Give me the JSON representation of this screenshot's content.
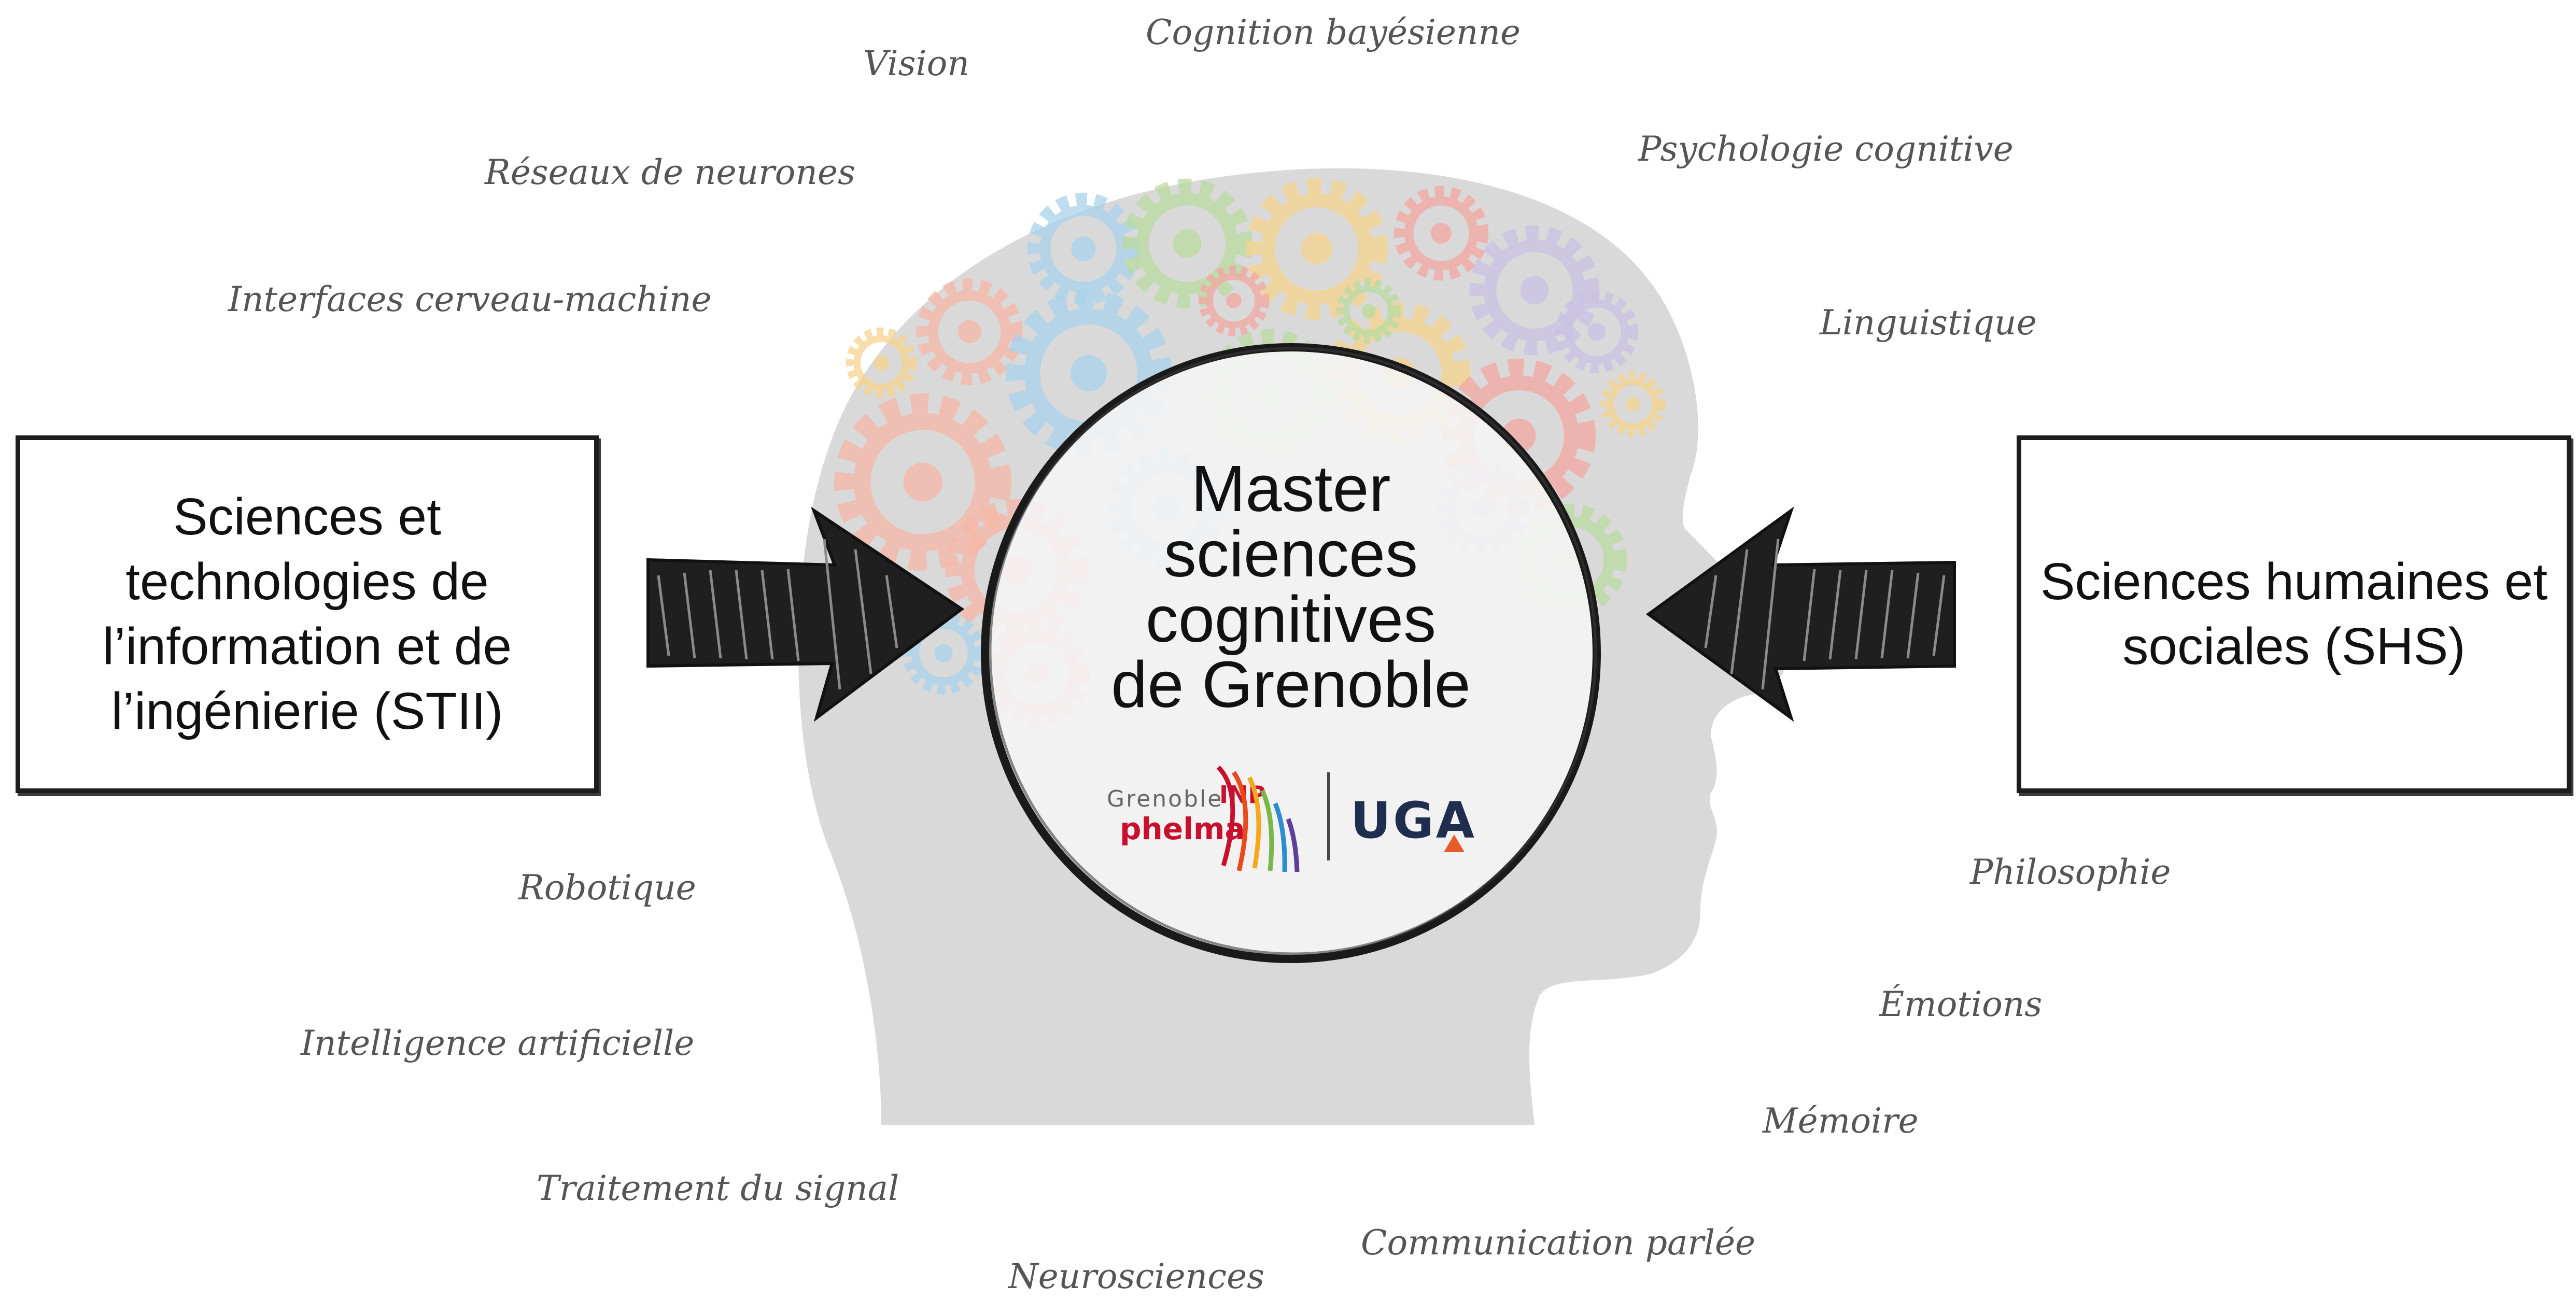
{
  "center": {
    "title_lines": [
      "Master",
      "sciences",
      "cognitives",
      "de Grenoble"
    ],
    "logos": {
      "inp_school": "Grenoble",
      "inp_mark": "INP",
      "inp_sub": "phelma",
      "uga": "UGA"
    }
  },
  "left_box": {
    "lines": [
      "Sciences et",
      "technologies de",
      "l’information et de",
      "l’ingénierie (STII)"
    ]
  },
  "right_box": {
    "lines": [
      "Sciences humaines et",
      "sociales (SHS)"
    ]
  },
  "topics": {
    "cognition_bayesienne": "Cognition bayésienne",
    "vision": "Vision",
    "psychologie_cognitive": "Psychologie cognitive",
    "reseaux_de_neurones": "Réseaux de neurones",
    "interfaces_cerveau_machine": "Interfaces cerveau-machine",
    "linguistique": "Linguistique",
    "philosophie": "Philosophie",
    "robotique": "Robotique",
    "emotions": "Émotions",
    "intelligence_artificielle": "Intelligence artificielle",
    "memoire": "Mémoire",
    "traitement_du_signal": "Traitement du signal",
    "communication_parlee": "Communication parlée",
    "neurosciences": "Neurosciences"
  },
  "colors": {
    "head": "#d9d9d9",
    "frame": "#1c1c1c",
    "topic_text": "#555555",
    "gear_palette": [
      "#f6b7a6",
      "#a9d3ec",
      "#b9dba0",
      "#f6d48e",
      "#f4a7a1",
      "#c9c2e4"
    ],
    "inp_red": "#c8102e",
    "uga_navy": "#1f2d4e",
    "uga_orange": "#e65a2c"
  }
}
